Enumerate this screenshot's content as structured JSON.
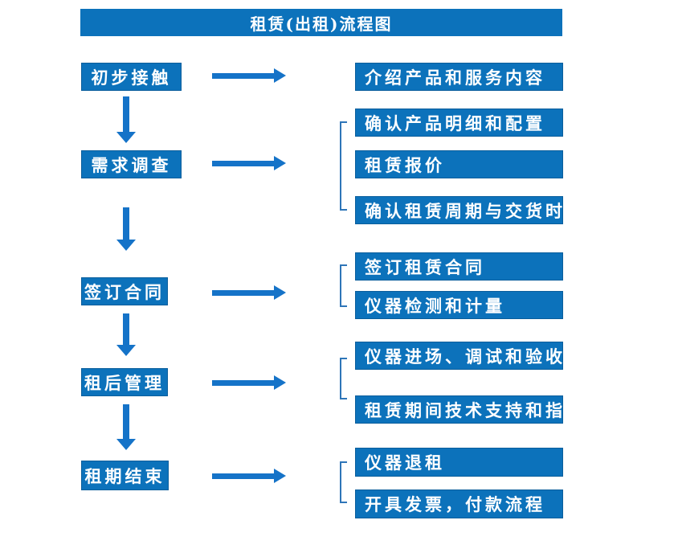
{
  "title": "租赁(出租)流程图",
  "colors": {
    "box_blue": "#0c72bb",
    "arrow_blue": "#1573c8",
    "bracket_blue": "#2e75b8",
    "text_white": "#ffffff",
    "background": "#ffffff"
  },
  "flow": {
    "steps": [
      {
        "label": "初步接触",
        "details": [
          "介绍产品和服务内容"
        ]
      },
      {
        "label": "需求调查",
        "details": [
          "确认产品明细和配置",
          "租赁报价",
          "确认租赁周期与交货时间"
        ]
      },
      {
        "label": "签订合同",
        "details": [
          "签订租赁合同",
          "仪器检测和计量"
        ]
      },
      {
        "label": "租后管理",
        "details": [
          "仪器进场、调试和验收",
          "租赁期间技术支持和指导"
        ]
      },
      {
        "label": "租期结束",
        "details": [
          "仪器退租",
          "开具发票，付款流程"
        ]
      }
    ]
  }
}
